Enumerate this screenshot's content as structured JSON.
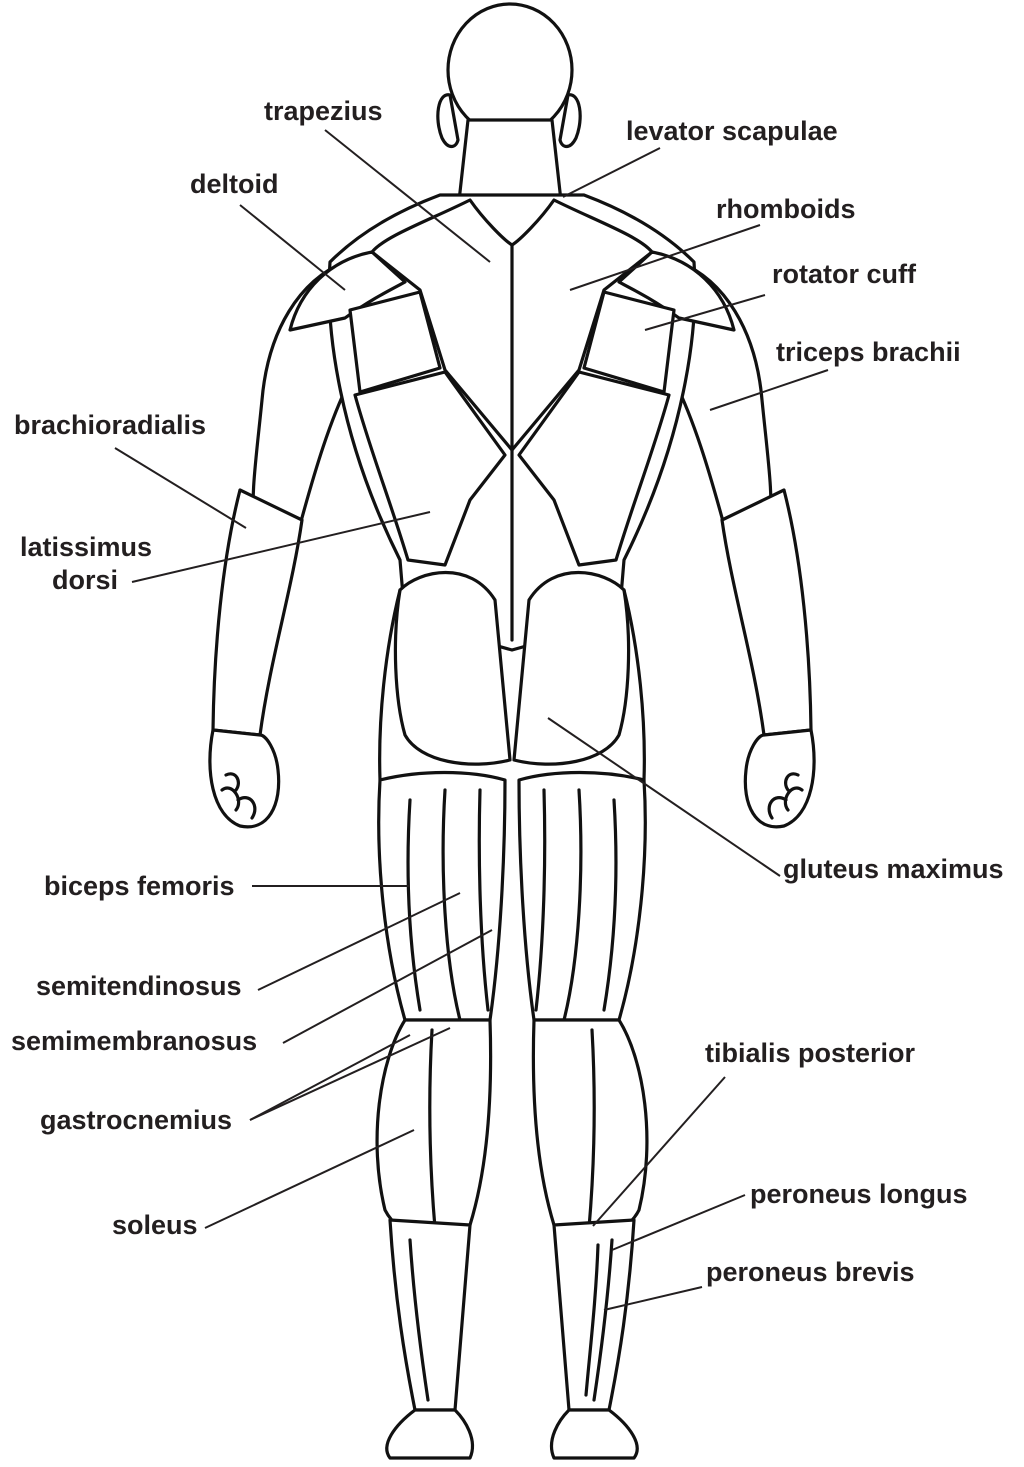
{
  "labels": {
    "trapezius": "trapezius",
    "levator_scapulae": "levator scapulae",
    "deltoid": "deltoid",
    "rhomboids": "rhomboids",
    "rotator_cuff": "rotator cuff",
    "triceps_brachii": "triceps brachii",
    "brachioradialis": "brachioradialis",
    "latissimus_dorsi_line1": "latissimus",
    "latissimus_dorsi_line2": "dorsi",
    "gluteus_maximus": "gluteus maximus",
    "biceps_femoris": "biceps femoris",
    "semitendinosus": "semitendinosus",
    "semimembranosus": "semimembranosus",
    "gastrocnemius": "gastrocnemius",
    "tibialis_posterior": "tibialis posterior",
    "soleus": "soleus",
    "peroneus_longus": "peroneus longus",
    "peroneus_brevis": "peroneus brevis"
  },
  "colors": {
    "outline": "#111111",
    "text": "#231f20",
    "background": "#ffffff"
  }
}
